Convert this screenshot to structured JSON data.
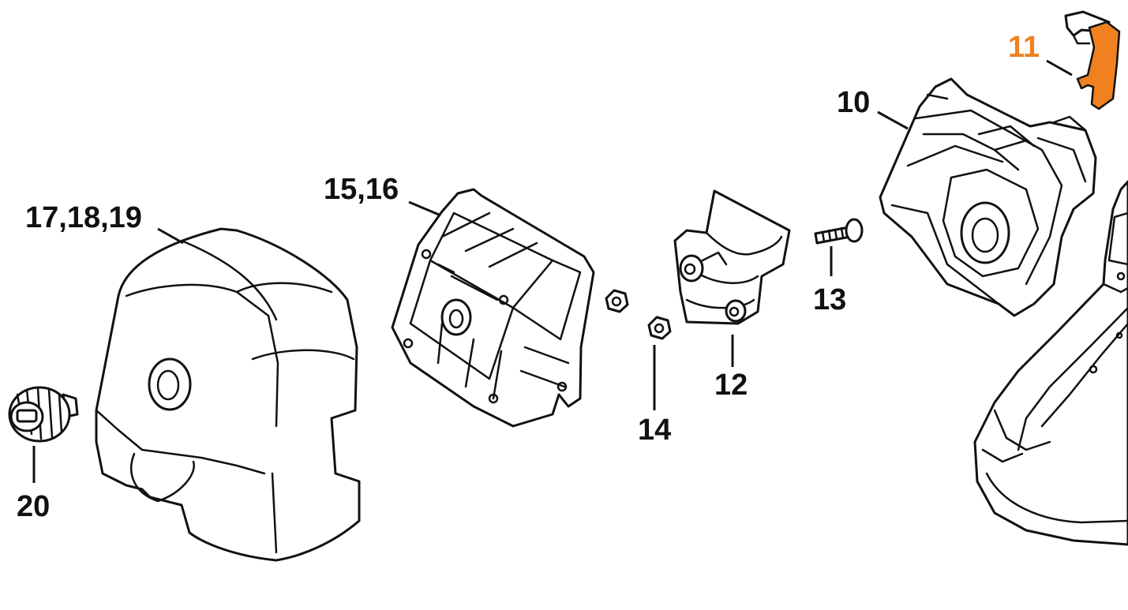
{
  "labels": {
    "l10": "10",
    "l11": "11",
    "l12": "12",
    "l13": "13",
    "l14": "14",
    "l15_16": "15,16",
    "l17_18_19": "17,18,19",
    "l20": "20"
  },
  "colors": {
    "highlight": "#f08020",
    "ink": "#111111",
    "background": "#ffffff"
  },
  "highlighted_part": "11"
}
